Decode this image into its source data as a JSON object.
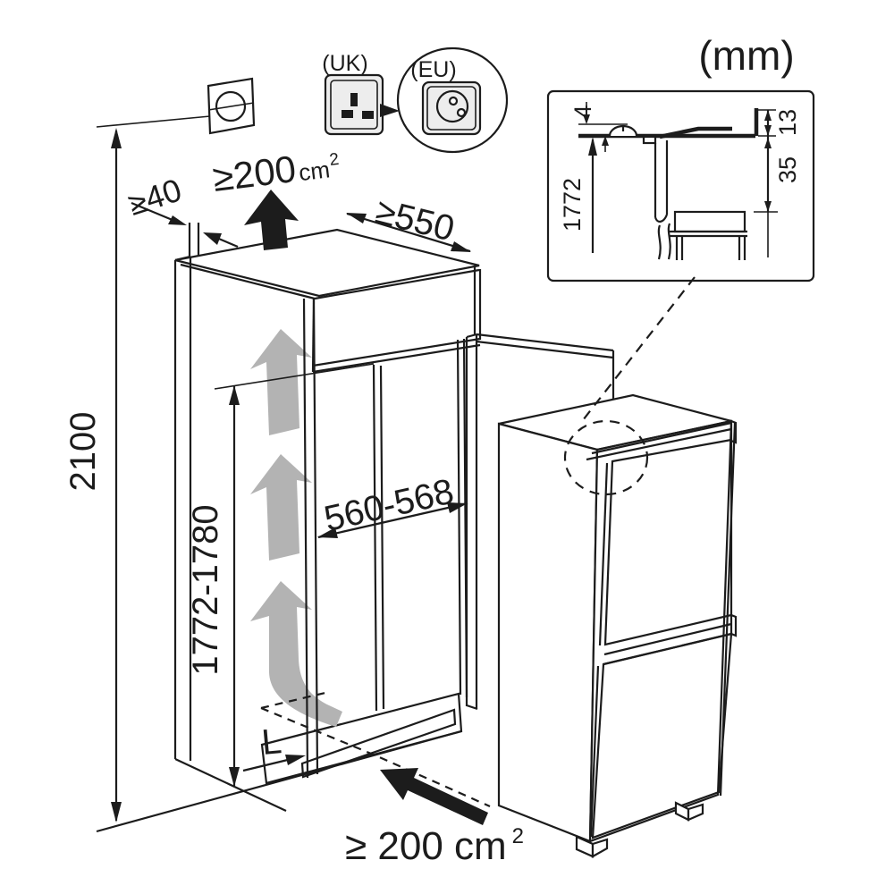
{
  "units_note": "(mm)",
  "sockets": {
    "uk_label": "(UK)",
    "eu_label": "(EU)"
  },
  "dimensions": {
    "overall_height": "2100",
    "rear_wall_gap": "≥40",
    "top_vent_area": "≥200",
    "top_vent_unit": "cm",
    "top_vent_sup": "2",
    "niche_depth": "≥550",
    "niche_height": "1772-1780",
    "niche_width": "560-568",
    "plinth_recess": "L",
    "bottom_vent_area": "≥ 200 cm",
    "bottom_vent_sup": "2"
  },
  "detail_inset": {
    "hinge_clearance": "4",
    "appliance_height": "1772",
    "top_panel_edge": "13",
    "top_gap": "35"
  },
  "colors": {
    "line": "#1c1c1c",
    "airflow_gray": "#b3b3b3",
    "socket_fill": "#ededed",
    "vent_fill": "#e9e9e9"
  }
}
